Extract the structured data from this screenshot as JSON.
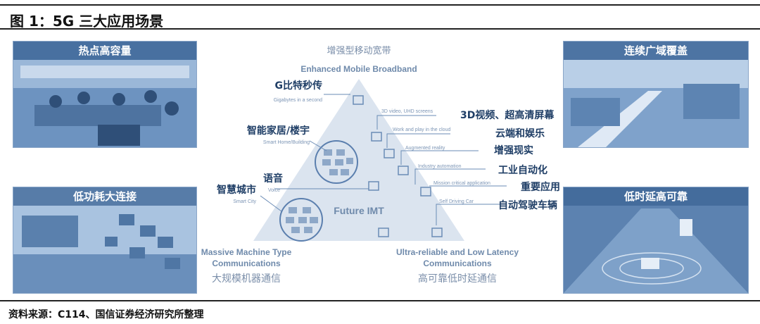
{
  "figure": {
    "title": "图 1：5G 三大应用场景",
    "source": "资料来源：C114、国信证券经济研究所整理"
  },
  "panels": {
    "hotspot": "热点高容量",
    "low_power": "低功耗大连接",
    "coverage": "连续广域覆盖",
    "low_latency": "低时延高可靠"
  },
  "triangle": {
    "top_cn": "增强型移动宽带",
    "top_en": "Enhanced Mobile Broadband",
    "center": "Future IMT",
    "left_en_1": "Massive Machine Type",
    "left_en_2": "Communications",
    "left_cn": "大规模机器通信",
    "right_en_1": "Ultra-reliable and Low Latency",
    "right_en_2": "Communications",
    "right_cn": "高可靠低时延通信"
  },
  "callouts_left": [
    {
      "cn": "G比特秒传",
      "en": "Gigabytes in a second"
    },
    {
      "cn": "智能家居/楼宇",
      "en": "Smart Home/Building"
    },
    {
      "cn": "语音",
      "en": "Voice"
    },
    {
      "cn": "智慧城市",
      "en": "Smart City"
    }
  ],
  "callouts_right": [
    {
      "cn": "3D视频、超高清屏幕",
      "en": "3D video, UHD screens"
    },
    {
      "cn": "云端和娱乐",
      "en": "Work and play in the cloud"
    },
    {
      "cn": "增强现实",
      "en": "Augmented reality"
    },
    {
      "cn": "工业自动化",
      "en": "Industry automation"
    },
    {
      "cn": "重要应用",
      "en": "Mission critical application"
    },
    {
      "cn": "自动驾驶车辆",
      "en": "Self Driving Car"
    }
  ]
}
